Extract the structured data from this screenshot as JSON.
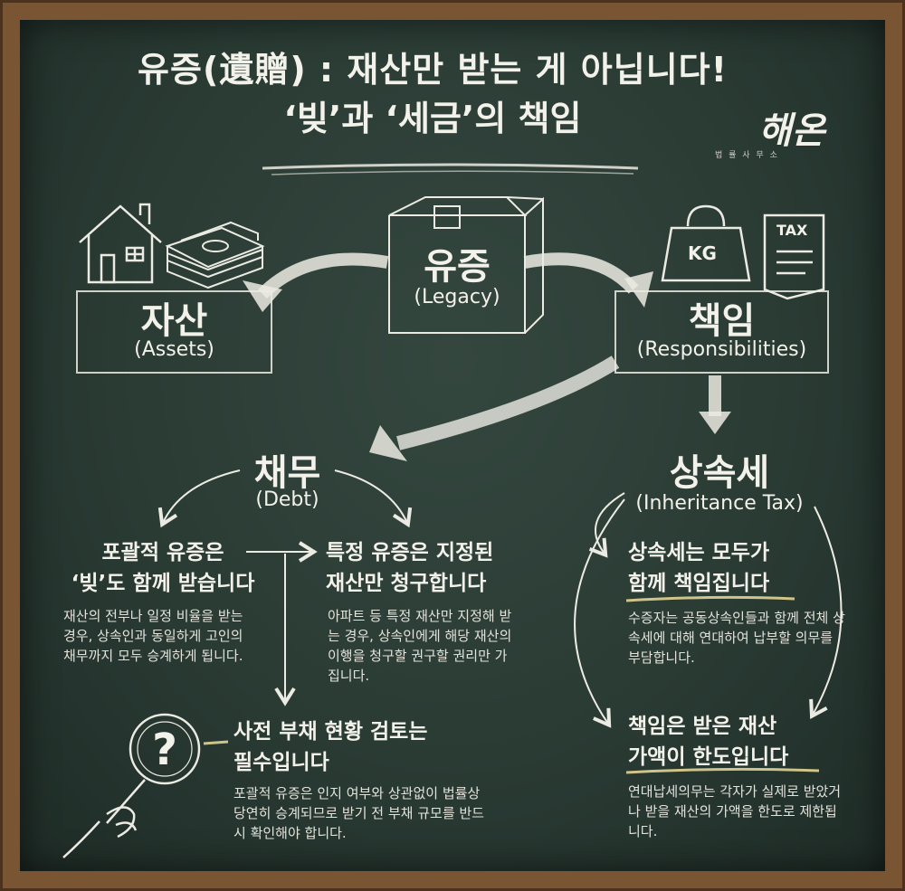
{
  "title": {
    "line1": "유증(遺贈) : 재산만 받는 게 아닙니다!",
    "line2": "‘빚’과 ‘세금’의 책임"
  },
  "logo": {
    "name": "해온",
    "sub": "법 률 사 무 소"
  },
  "nodes": {
    "legacy": {
      "title": "유증",
      "sub": "(Legacy)"
    },
    "assets": {
      "title": "자산",
      "sub": "(Assets)"
    },
    "responsibilities": {
      "title": "책임",
      "sub": "(Responsibilities)"
    },
    "debt": {
      "title": "채무",
      "sub": "(Debt)"
    },
    "tax": {
      "title": "상속세",
      "sub": "(Inheritance Tax)"
    }
  },
  "icons": {
    "weight_label": "KG",
    "tax_label": "TAX"
  },
  "sections": {
    "comprehensive": {
      "heading_line1": "포괄적 유증은",
      "heading_line2": "‘빚’도 함께 받습니다",
      "body": "재산의 전부나 일정 비율을 받는 경우, 상속인과 동일하게 고인의 채무까지 모두 승계하게 됩니다."
    },
    "specific": {
      "heading_line1": "특정 유증은 지정된",
      "heading_line2": "재산만 청구합니다",
      "body": "아파트 등 특정 재산만 지정해 받는 경우, 상속인에게 해당 재산의 이행을 청구할 권구할 권리만 가집니다."
    },
    "review": {
      "heading_line1": "사전 부채 현황 검토는",
      "heading_line2": "필수입니다",
      "body": "포괄적 유증은 인지 여부와 상관없이 법률상 당연히 승계되므로 받기 전 부채 규모를 반드시 확인해야 합니다."
    },
    "joint": {
      "heading_line1": "상속세는 모두가",
      "heading_line2": "함께 책임집니다",
      "body": "수증자는 공동상속인들과 함께 전체 상속세에 대해 연대하여 납부할 의무를 부담합니다."
    },
    "limit": {
      "heading_line1": "책임은 받은 재산",
      "heading_line2": "가액이 한도입니다",
      "body": "연대납세의무는 각자가 실제로 받았거나 받을 재산의 가액을 한도로 제한됩니다."
    }
  }
}
